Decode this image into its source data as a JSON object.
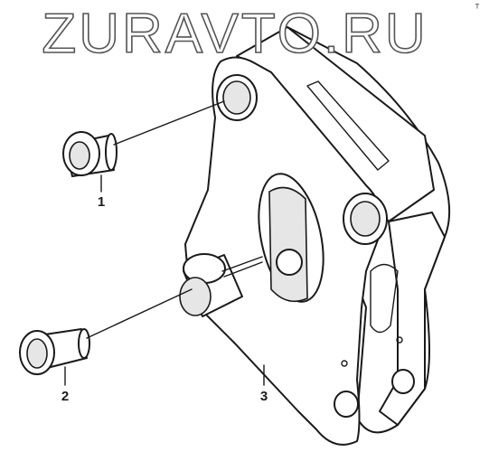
{
  "watermark": "ZURAVTO.RU",
  "corner_mark": "ᵀ",
  "callouts": [
    {
      "id": "1",
      "label": "1"
    },
    {
      "id": "2",
      "label": "2"
    },
    {
      "id": "3",
      "label": "3"
    }
  ]
}
